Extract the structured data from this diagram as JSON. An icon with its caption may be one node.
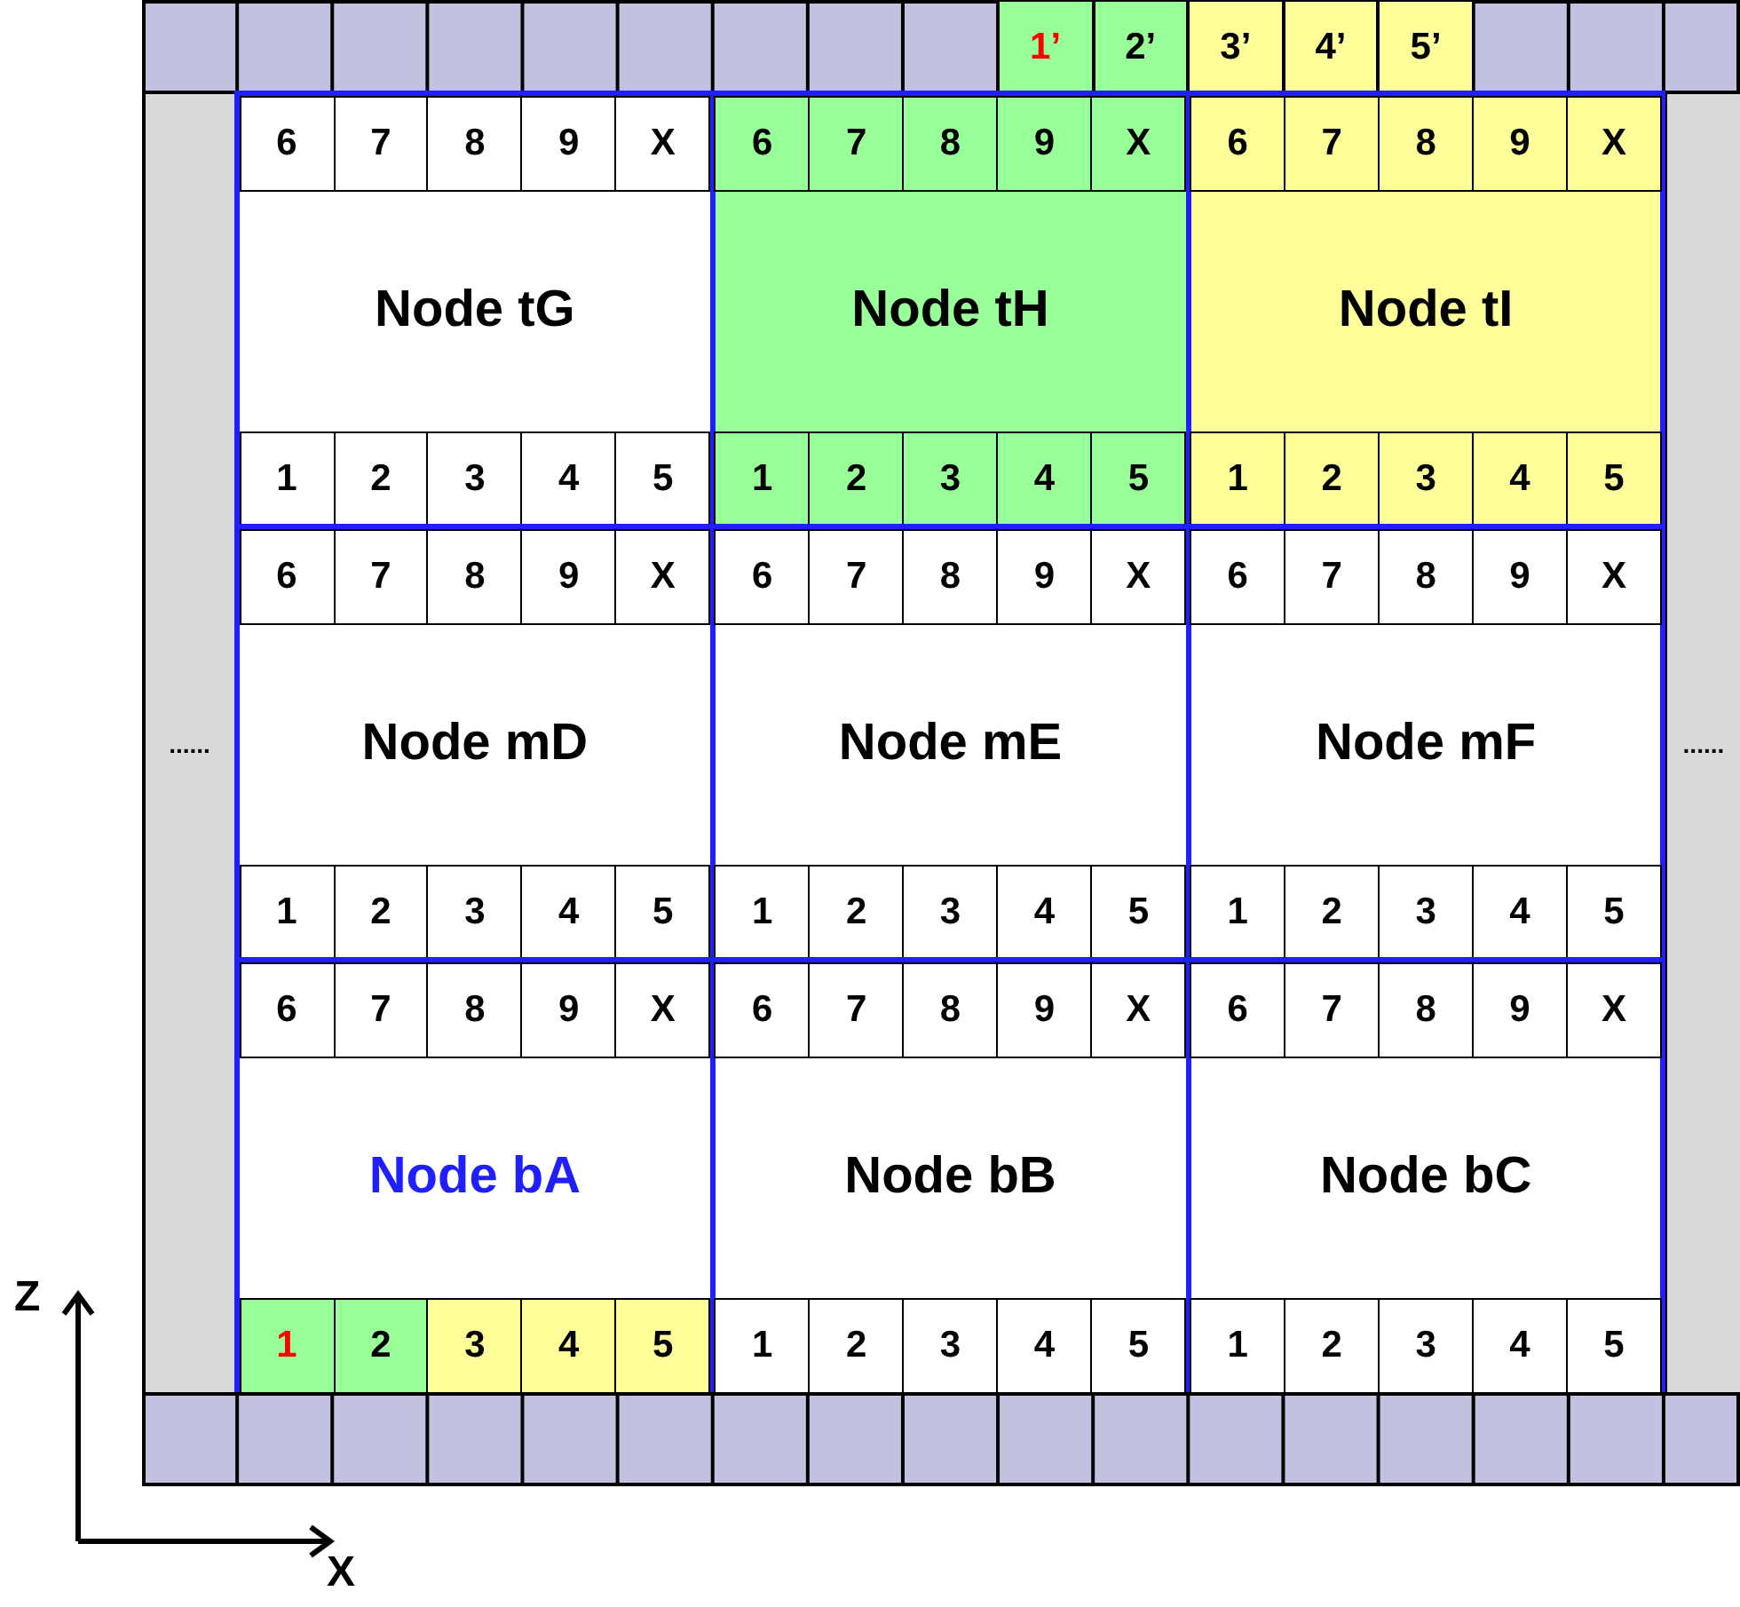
{
  "diagram": {
    "nodes": [
      {
        "text": [],
        "shape": "bar"
      },
      {
        "text": [
          "1’"
        ],
        "in": 0
      },
      {
        "text": [
          "2’"
        ],
        "in": 0
      },
      {
        "text": [
          "3’"
        ],
        "in": 0
      },
      {
        "text": [
          "4’"
        ],
        "in": 0
      },
      {
        "text": [
          "5’"
        ],
        "in": 0
      },
      {
        "text": [
          "......"
        ]
      },
      {
        "text": [
          "......"
        ]
      },
      {
        "text": [
          "Node tG"
        ]
      },
      {
        "text": [
          "6"
        ],
        "in": 8
      },
      {
        "text": [
          "7"
        ],
        "in": 8
      },
      {
        "text": [
          "8"
        ],
        "in": 8
      },
      {
        "text": [
          "9"
        ],
        "in": 8
      },
      {
        "text": [
          "X"
        ],
        "in": 8
      },
      {
        "text": [
          "1"
        ],
        "in": 8
      },
      {
        "text": [
          "2"
        ],
        "in": 8
      },
      {
        "text": [
          "3"
        ],
        "in": 8
      },
      {
        "text": [
          "4"
        ],
        "in": 8
      },
      {
        "text": [
          "5"
        ],
        "in": 8
      },
      {
        "text": [
          "Node tH"
        ]
      },
      {
        "text": [
          "6"
        ],
        "in": 19
      },
      {
        "text": [
          "7"
        ],
        "in": 19
      },
      {
        "text": [
          "8"
        ],
        "in": 19
      },
      {
        "text": [
          "9"
        ],
        "in": 19
      },
      {
        "text": [
          "X"
        ],
        "in": 19
      },
      {
        "text": [
          "1"
        ],
        "in": 19
      },
      {
        "text": [
          "2"
        ],
        "in": 19
      },
      {
        "text": [
          "3"
        ],
        "in": 19
      },
      {
        "text": [
          "4"
        ],
        "in": 19
      },
      {
        "text": [
          "5"
        ],
        "in": 19
      },
      {
        "text": [
          "Node tI"
        ]
      },
      {
        "text": [
          "6"
        ],
        "in": 30
      },
      {
        "text": [
          "7"
        ],
        "in": 30
      },
      {
        "text": [
          "8"
        ],
        "in": 30
      },
      {
        "text": [
          "9"
        ],
        "in": 30
      },
      {
        "text": [
          "X"
        ],
        "in": 30
      },
      {
        "text": [
          "1"
        ],
        "in": 30
      },
      {
        "text": [
          "2"
        ],
        "in": 30
      },
      {
        "text": [
          "3"
        ],
        "in": 30
      },
      {
        "text": [
          "4"
        ],
        "in": 30
      },
      {
        "text": [
          "5"
        ],
        "in": 30
      },
      {
        "text": [
          "Node mD"
        ]
      },
      {
        "text": [
          "6"
        ],
        "in": 41
      },
      {
        "text": [
          "7"
        ],
        "in": 41
      },
      {
        "text": [
          "8"
        ],
        "in": 41
      },
      {
        "text": [
          "9"
        ],
        "in": 41
      },
      {
        "text": [
          "X"
        ],
        "in": 41
      },
      {
        "text": [
          "1"
        ],
        "in": 41
      },
      {
        "text": [
          "2"
        ],
        "in": 41
      },
      {
        "text": [
          "3"
        ],
        "in": 41
      },
      {
        "text": [
          "4"
        ],
        "in": 41
      },
      {
        "text": [
          "5"
        ],
        "in": 41
      },
      {
        "text": [
          "Node mE"
        ]
      },
      {
        "text": [
          "6"
        ],
        "in": 52
      },
      {
        "text": [
          "7"
        ],
        "in": 52
      },
      {
        "text": [
          "8"
        ],
        "in": 52
      },
      {
        "text": [
          "9"
        ],
        "in": 52
      },
      {
        "text": [
          "X"
        ],
        "in": 52
      },
      {
        "text": [
          "1"
        ],
        "in": 52
      },
      {
        "text": [
          "2"
        ],
        "in": 52
      },
      {
        "text": [
          "3"
        ],
        "in": 52
      },
      {
        "text": [
          "4"
        ],
        "in": 52
      },
      {
        "text": [
          "5"
        ],
        "in": 52
      },
      {
        "text": [
          "Node mF"
        ]
      },
      {
        "text": [
          "6"
        ],
        "in": 63
      },
      {
        "text": [
          "7"
        ],
        "in": 63
      },
      {
        "text": [
          "8"
        ],
        "in": 63
      },
      {
        "text": [
          "9"
        ],
        "in": 63
      },
      {
        "text": [
          "X"
        ],
        "in": 63
      },
      {
        "text": [
          "1"
        ],
        "in": 63
      },
      {
        "text": [
          "2"
        ],
        "in": 63
      },
      {
        "text": [
          "3"
        ],
        "in": 63
      },
      {
        "text": [
          "4"
        ],
        "in": 63
      },
      {
        "text": [
          "5"
        ],
        "in": 63
      },
      {
        "text": [
          "Node bA"
        ]
      },
      {
        "text": [
          "6"
        ],
        "in": 74
      },
      {
        "text": [
          "7"
        ],
        "in": 74
      },
      {
        "text": [
          "8"
        ],
        "in": 74
      },
      {
        "text": [
          "9"
        ],
        "in": 74
      },
      {
        "text": [
          "X"
        ],
        "in": 74
      },
      {
        "text": [
          "1"
        ],
        "in": 74
      },
      {
        "text": [
          "2"
        ],
        "in": 74
      },
      {
        "text": [
          "3"
        ],
        "in": 74
      },
      {
        "text": [
          "4"
        ],
        "in": 74
      },
      {
        "text": [
          "5"
        ],
        "in": 74
      },
      {
        "text": [
          "Node bB"
        ]
      },
      {
        "text": [
          "6"
        ],
        "in": 85
      },
      {
        "text": [
          "7"
        ],
        "in": 85
      },
      {
        "text": [
          "8"
        ],
        "in": 85
      },
      {
        "text": [
          "9"
        ],
        "in": 85
      },
      {
        "text": [
          "X"
        ],
        "in": 85
      },
      {
        "text": [
          "1"
        ],
        "in": 85
      },
      {
        "text": [
          "2"
        ],
        "in": 85
      },
      {
        "text": [
          "3"
        ],
        "in": 85
      },
      {
        "text": [
          "4"
        ],
        "in": 85
      },
      {
        "text": [
          "5"
        ],
        "in": 85
      },
      {
        "text": [
          "Node bC"
        ]
      },
      {
        "text": [
          "6"
        ],
        "in": 96
      },
      {
        "text": [
          "7"
        ],
        "in": 96
      },
      {
        "text": [
          "8"
        ],
        "in": 96
      },
      {
        "text": [
          "9"
        ],
        "in": 96
      },
      {
        "text": [
          "X"
        ],
        "in": 96
      },
      {
        "text": [
          "1"
        ],
        "in": 96
      },
      {
        "text": [
          "2"
        ],
        "in": 96
      },
      {
        "text": [
          "3"
        ],
        "in": 96
      },
      {
        "text": [
          "4"
        ],
        "in": 96
      },
      {
        "text": [
          "5"
        ],
        "in": 96
      },
      {
        "text": [],
        "shape": "bar"
      }
    ],
    "labels": [
      "Z",
      "X"
    ]
  }
}
